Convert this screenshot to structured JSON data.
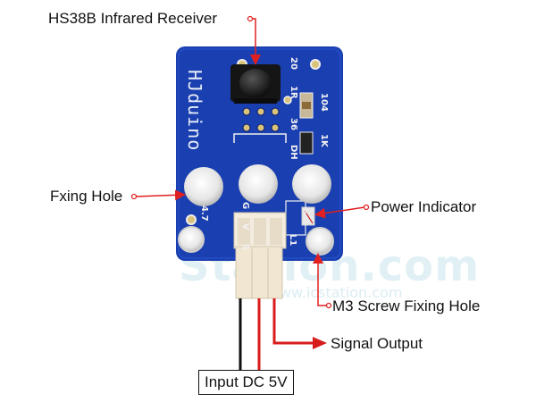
{
  "labels": {
    "receiver": "HS38B Infrared Receiver",
    "fixing_hole": "Fxing Hole",
    "power_indicator": "Power Indicator",
    "m3_hole": "M3 Screw Fixing Hole",
    "signal_output": "Signal Output",
    "input_dc": "Input DC 5V"
  },
  "board": {
    "brand": "HJduino",
    "silk_20": "20",
    "silk_1r": "1R",
    "silk_36": "36",
    "silk_104": "104",
    "silk_1k": "1K",
    "silk_dh": "DH",
    "silk_l1": "L1",
    "silk_47": "4.7",
    "silk_pins": "G V S"
  },
  "watermark": {
    "text": "Station.com",
    "url": "www.icstation.com"
  },
  "colors": {
    "pcb": "#1a3fb0",
    "arrow": "#e02020",
    "wire_black": "#111111",
    "wire_red": "#d81c1c"
  }
}
